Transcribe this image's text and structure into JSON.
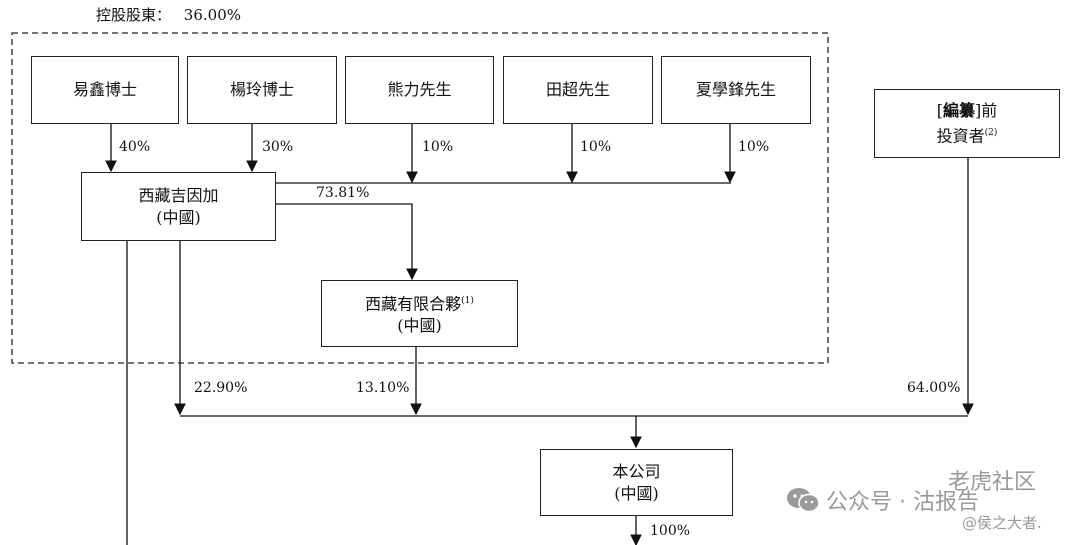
{
  "header": {
    "label": "控股股東：",
    "value": "36.00%"
  },
  "shareholders": [
    {
      "name": "易鑫博士",
      "pct": "40%"
    },
    {
      "name": "楊玲博士",
      "pct": "30%"
    },
    {
      "name": "熊力先生",
      "pct": "10%"
    },
    {
      "name": "田超先生",
      "pct": "10%"
    },
    {
      "name": "夏學鋒先生",
      "pct": "10%"
    }
  ],
  "tibet_jiyinjia": {
    "line1": "西藏吉因加",
    "line2": "(中國)",
    "to_lp_pct": "73.81%",
    "to_company_pct": "22.90%"
  },
  "tibet_lp": {
    "line1": "西藏有限合夥",
    "note": "(1)",
    "line2": "(中國)",
    "to_company_pct": "13.10%"
  },
  "pre_investors": {
    "bracket_open": "[",
    "redacted": "編纂",
    "bracket_close": "]前",
    "line2": "投資者",
    "note": "(2)",
    "pct": "64.00%"
  },
  "company": {
    "line1": "本公司",
    "line2": "(中國)",
    "subsidiary_pct": "100%"
  },
  "watermark": {
    "line1": "老虎社区",
    "line2": "公众号 · 沽报告",
    "line3": "@侯之大者."
  }
}
